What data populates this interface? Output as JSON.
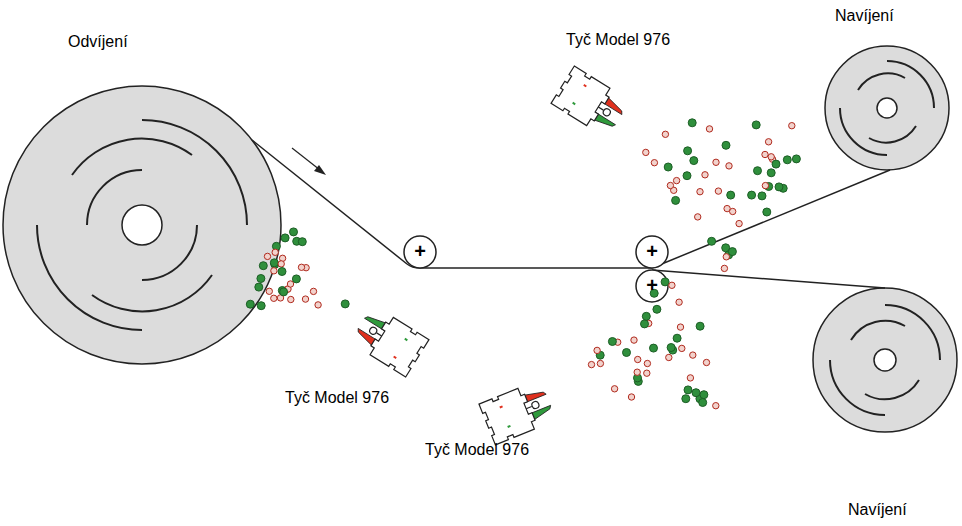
{
  "diagram": {
    "labels": [
      "Odvíjení",
      "Navíjení",
      "Navíjení",
      "Tyč Model 976",
      "Tyč Model 976",
      "Tyč Model 976",
      "+",
      "+",
      "+"
    ]
  }
}
